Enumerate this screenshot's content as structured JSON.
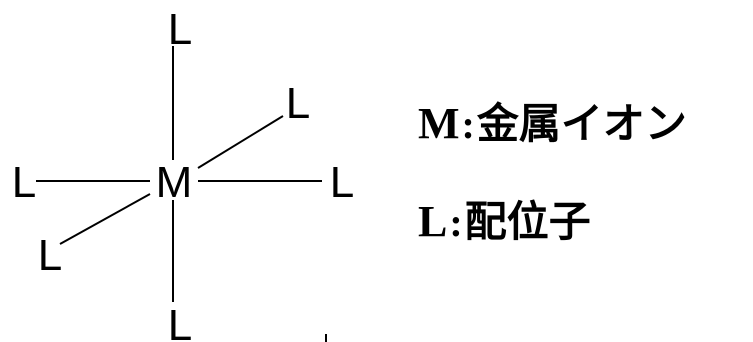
{
  "diagram": {
    "center_symbol": "M",
    "ligand_symbol": "L",
    "ligand_count": 6
  },
  "legend": [
    {
      "symbol": "M",
      "separator": ":",
      "description": "金属イオン"
    },
    {
      "symbol": "L",
      "separator": ":",
      "description": "配位子"
    }
  ]
}
